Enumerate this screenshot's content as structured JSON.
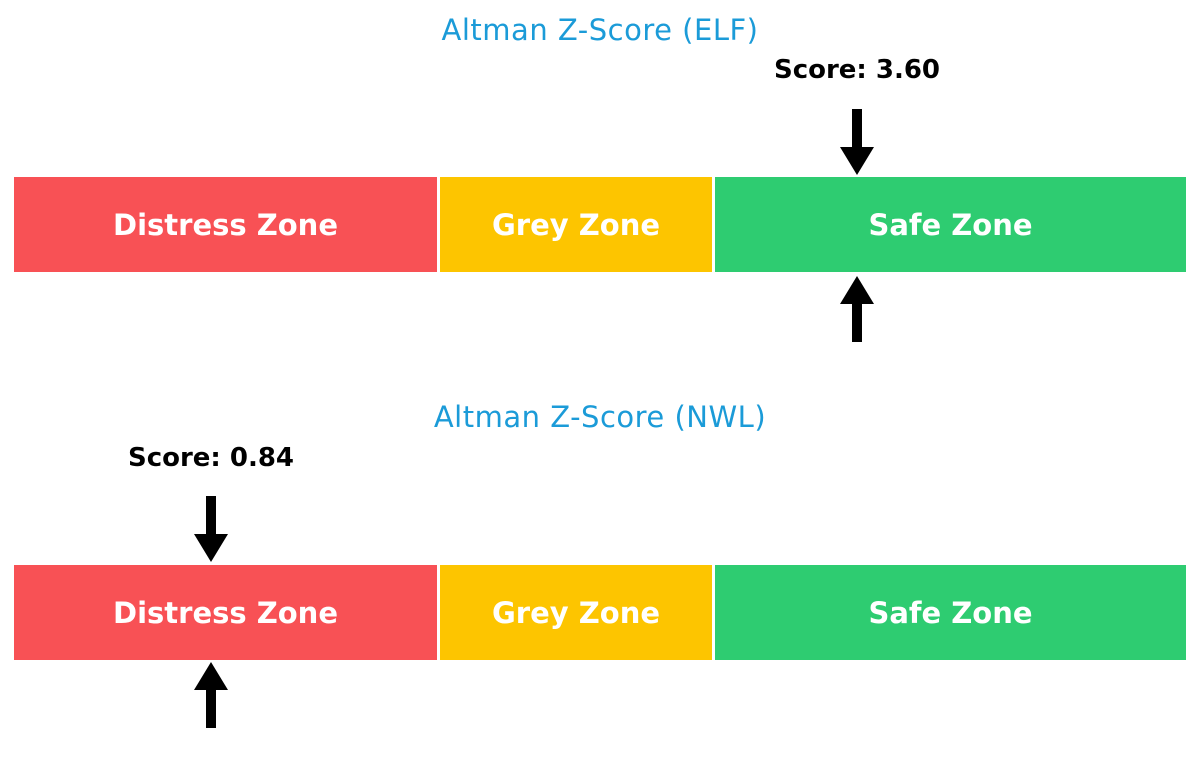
{
  "figure": {
    "background": "#ffffff",
    "title_color": "#1b9bd8",
    "score_text_color": "#000000",
    "arrow_color": "#000000",
    "zone_label_color": "#ffffff"
  },
  "charts": [
    {
      "title": "Altman Z-Score (ELF)",
      "score_label": "Score: 3.60",
      "score": 3.6,
      "zones": [
        {
          "label": "Distress Zone",
          "color": "#f85155"
        },
        {
          "label": "Grey Zone",
          "color": "#fdc500"
        },
        {
          "label": "Safe Zone",
          "color": "#2ecc71"
        }
      ]
    },
    {
      "title": "Altman Z-Score (NWL)",
      "score_label": "Score: 0.84",
      "score": 0.84,
      "zones": [
        {
          "label": "Distress Zone",
          "color": "#f85155"
        },
        {
          "label": "Grey Zone",
          "color": "#fdc500"
        },
        {
          "label": "Safe Zone",
          "color": "#2ecc71"
        }
      ]
    }
  ],
  "chart_data": [
    {
      "type": "bar",
      "title": "Altman Z-Score (ELF)",
      "score": 3.6,
      "score_annotation": "Score: 3.60",
      "axis_range": [
        0,
        5
      ],
      "grid": false,
      "legend": "none",
      "zones": [
        {
          "label": "Distress Zone",
          "from": 0,
          "to": 1.81,
          "color": "#f85155"
        },
        {
          "label": "Grey Zone",
          "from": 1.81,
          "to": 2.99,
          "color": "#fdc500"
        },
        {
          "label": "Safe Zone",
          "from": 2.99,
          "to": 5.0,
          "color": "#2ecc71"
        }
      ],
      "markers": [
        {
          "shape": "arrow-down",
          "position": 3.6,
          "location": "above-bar"
        },
        {
          "shape": "arrow-up",
          "position": 3.6,
          "location": "below-bar"
        }
      ]
    },
    {
      "type": "bar",
      "title": "Altman Z-Score (NWL)",
      "score": 0.84,
      "score_annotation": "Score: 0.84",
      "axis_range": [
        0,
        5
      ],
      "grid": false,
      "legend": "none",
      "zones": [
        {
          "label": "Distress Zone",
          "from": 0,
          "to": 1.81,
          "color": "#f85155"
        },
        {
          "label": "Grey Zone",
          "from": 1.81,
          "to": 2.99,
          "color": "#fdc500"
        },
        {
          "label": "Safe Zone",
          "from": 2.99,
          "to": 5.0,
          "color": "#2ecc71"
        }
      ],
      "markers": [
        {
          "shape": "arrow-down",
          "position": 0.84,
          "location": "above-bar"
        },
        {
          "shape": "arrow-up",
          "position": 0.84,
          "location": "below-bar"
        }
      ]
    }
  ]
}
